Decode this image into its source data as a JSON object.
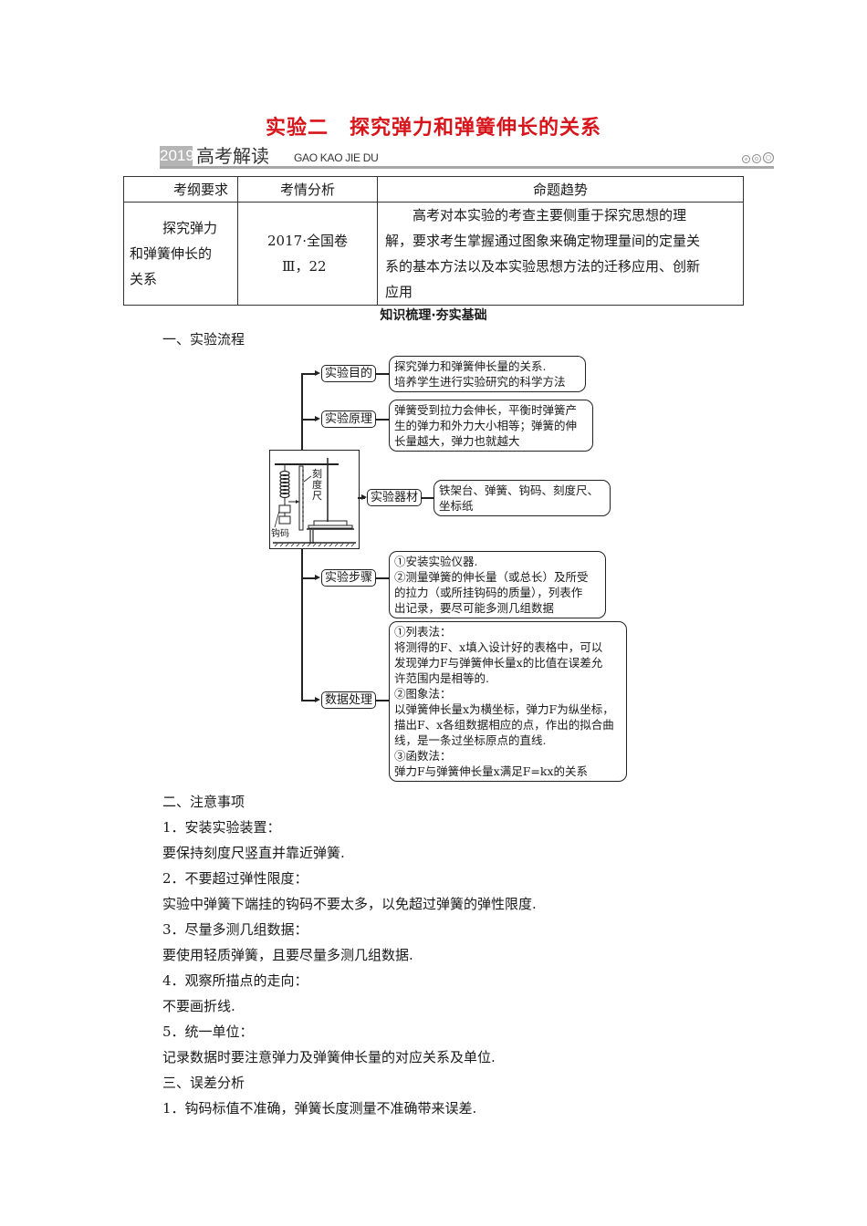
{
  "title": "实验二　探究弹力和弹簧伸长的关系",
  "banner": {
    "year": "2019",
    "label_cn": "高考解读",
    "label_en": "GAO KAO JIE DU",
    "decoration": "three-circles-icon"
  },
  "exam_table": {
    "headers": [
      "考纲要求",
      "考情分析",
      "命题趋势"
    ],
    "rows": [
      {
        "requirement": [
          "探究弹力",
          "和弹簧伸长的",
          "关系"
        ],
        "analysis": [
          "2017·全国卷",
          "Ⅲ，22"
        ],
        "trend": [
          "高考对本实验的考查主要侧重于探究思想的理",
          "解，要求考生掌握通过图象来确定物理量间的定量关",
          "系的基本方法以及本实验思想方法的迁移应用、创新",
          "应用"
        ]
      }
    ]
  },
  "section_subtitle": "知识梳理·夯实基础",
  "section1": {
    "heading": "一、实验流程",
    "flow": [
      {
        "tag": "实验目的",
        "lines": [
          "探究弹力和弹簧伸长量的关系.",
          "培养学生进行实验研究的科学方法"
        ]
      },
      {
        "tag": "实验原理",
        "lines": [
          "弹簧受到拉力会伸长，平衡时弹簧产",
          "生的弹力和外力大小相等；弹簧的伸",
          "长量越大，弹力也就越大"
        ]
      },
      {
        "tag": "实验器材",
        "lines": [
          "铁架台、弹簧、钩码、刻度尺、",
          "坐标纸"
        ]
      },
      {
        "tag": "实验步骤",
        "lines": [
          "①安装实验仪器.",
          "②测量弹簧的伸长量（或总长）及所受",
          "的拉力（或所挂钩码的质量），列表作",
          "出记录，要尽可能多测几组数据"
        ]
      },
      {
        "tag": "数据处理",
        "lines": [
          "①列表法：",
          "将测得的F、x填入设计好的表格中，可以",
          "发现弹力F与弹簧伸长量x的比值在误差允",
          "许范围内是相等的.",
          "②图象法：",
          "以弹簧伸长量x为横坐标，弹力F为纵坐标，",
          "描出F、x各组数据相应的点，作出的拟合曲",
          "线，是一条过坐标原点的直线.",
          "③函数法：",
          "弹力F与弹簧伸长量x满足F=kx的关系"
        ]
      }
    ],
    "apparatus_labels": {
      "ruler": [
        "刻",
        "度",
        "尺"
      ],
      "weights": "钩码"
    }
  },
  "section2": {
    "heading": "二、注意事项",
    "items": [
      {
        "title": "1．安装实验装置：",
        "body": "要保持刻度尺竖直并靠近弹簧."
      },
      {
        "title": "2．不要超过弹性限度：",
        "body": "实验中弹簧下端挂的钩码不要太多，以免超过弹簧的弹性限度."
      },
      {
        "title": "3．尽量多测几组数据：",
        "body": "要使用轻质弹簧，且要尽量多测几组数据."
      },
      {
        "title": "4．观察所描点的走向：",
        "body": "不要画折线."
      },
      {
        "title": "5．统一单位：",
        "body": "记录数据时要注意弹力及弹簧伸长量的对应关系及单位."
      }
    ]
  },
  "section3": {
    "heading": "三、误差分析",
    "items": [
      "1．钩码标值不准确，弹簧长度测量不准确带来误差."
    ]
  }
}
